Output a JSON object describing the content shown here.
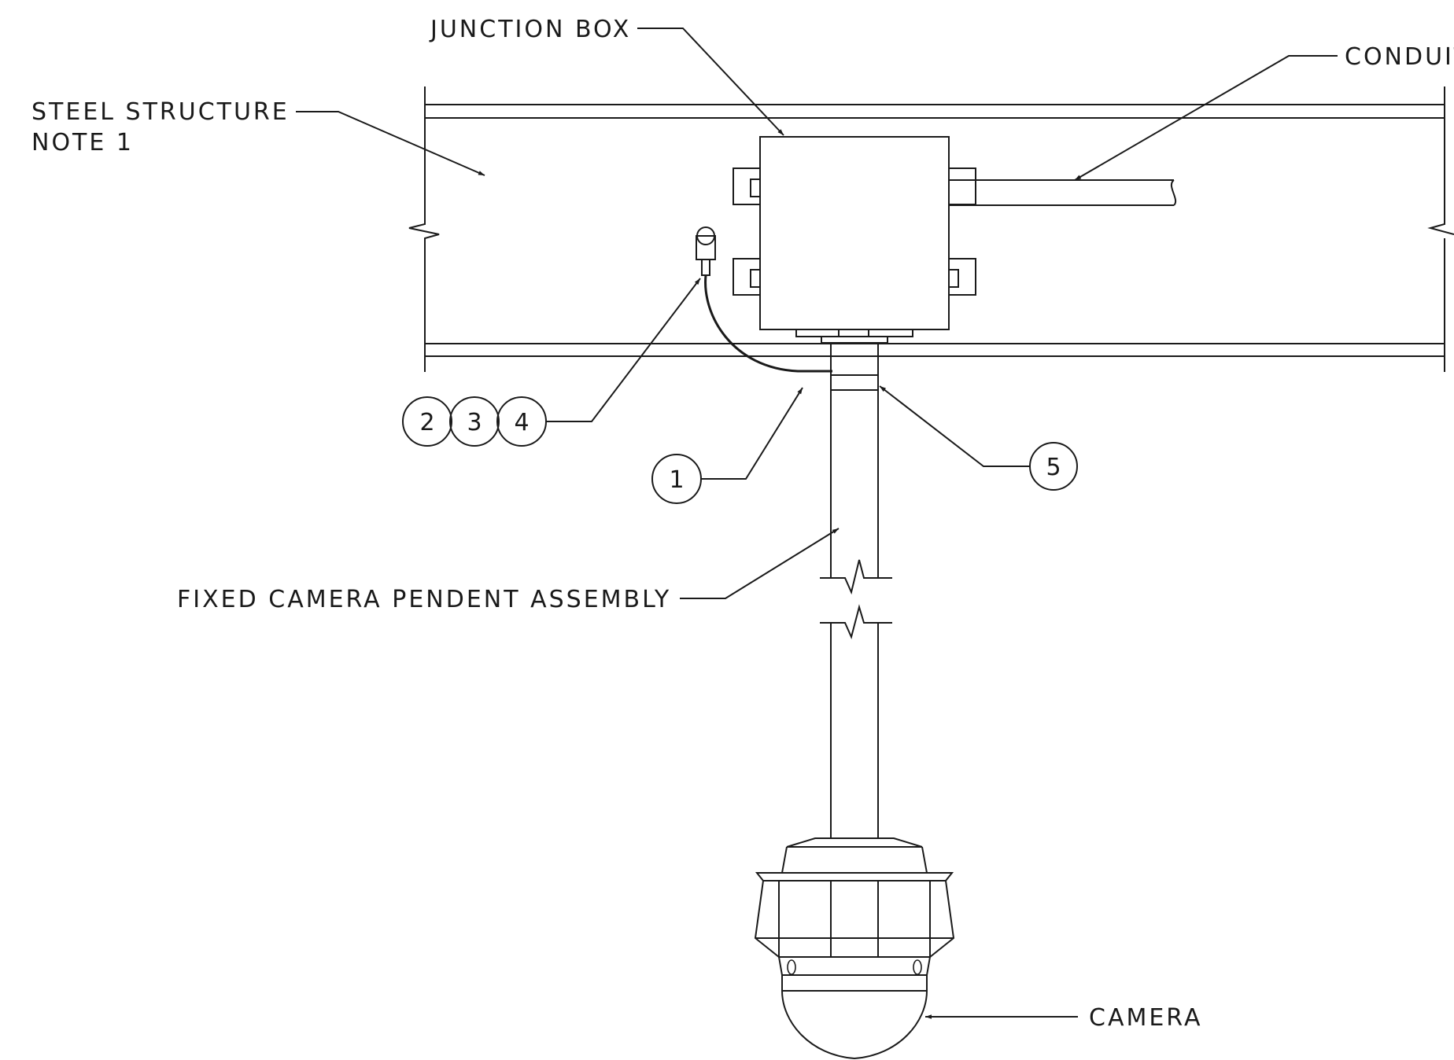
{
  "labels": {
    "junction_box": "JUNCTION  BOX",
    "conduit": "CONDUIT",
    "steel_structure_line1": "STEEL  STRUCTURE",
    "steel_structure_line2": "NOTE  1",
    "pendent_assembly": "FIXED  CAMERA  PENDENT  ASSEMBLY",
    "camera": "CAMERA"
  },
  "callouts": [
    "2",
    "3",
    "4",
    "1",
    "5"
  ],
  "colors": {
    "line": "#1a1a1a",
    "background": "#ffffff"
  }
}
